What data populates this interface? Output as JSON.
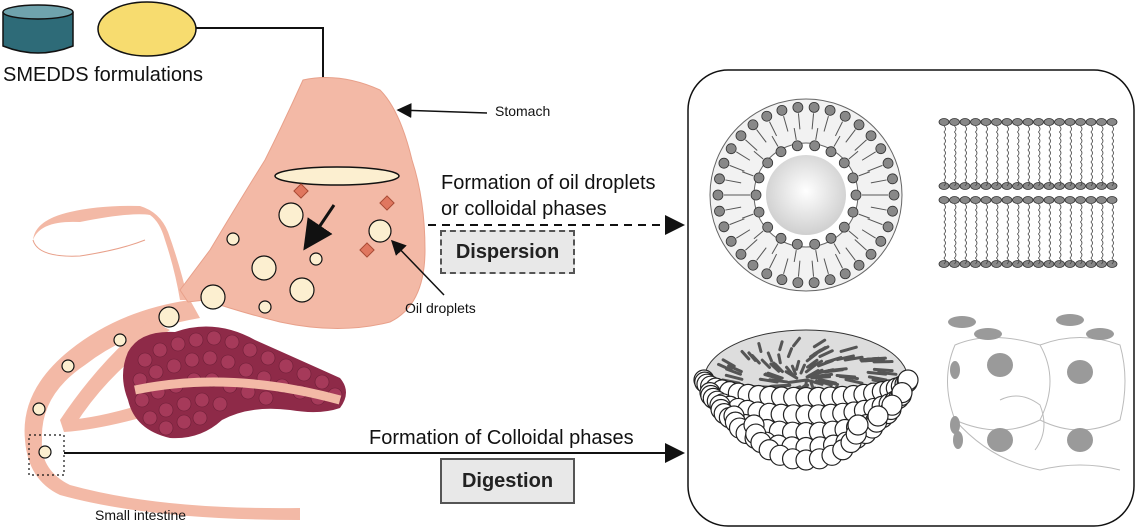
{
  "labels": {
    "formulations": "SMEDDS formulations",
    "stomach": "Stomach",
    "oil_droplets": "Oil droplets",
    "small_intestine": "Small intestine",
    "formation_oil_line1": "Formation of oil droplets",
    "formation_oil_line2": "or colloidal phases",
    "dispersion": "Dispersion",
    "formation_colloidal": "Formation of Colloidal phases",
    "digestion": "Digestion"
  },
  "colors": {
    "capsule": "#2e6b78",
    "tablet": "#f7dc6f",
    "organ": "#f3b9a6",
    "pancreas": "#8e2a48",
    "droplet": "#fcefd0",
    "crystal": "#e0775f"
  }
}
